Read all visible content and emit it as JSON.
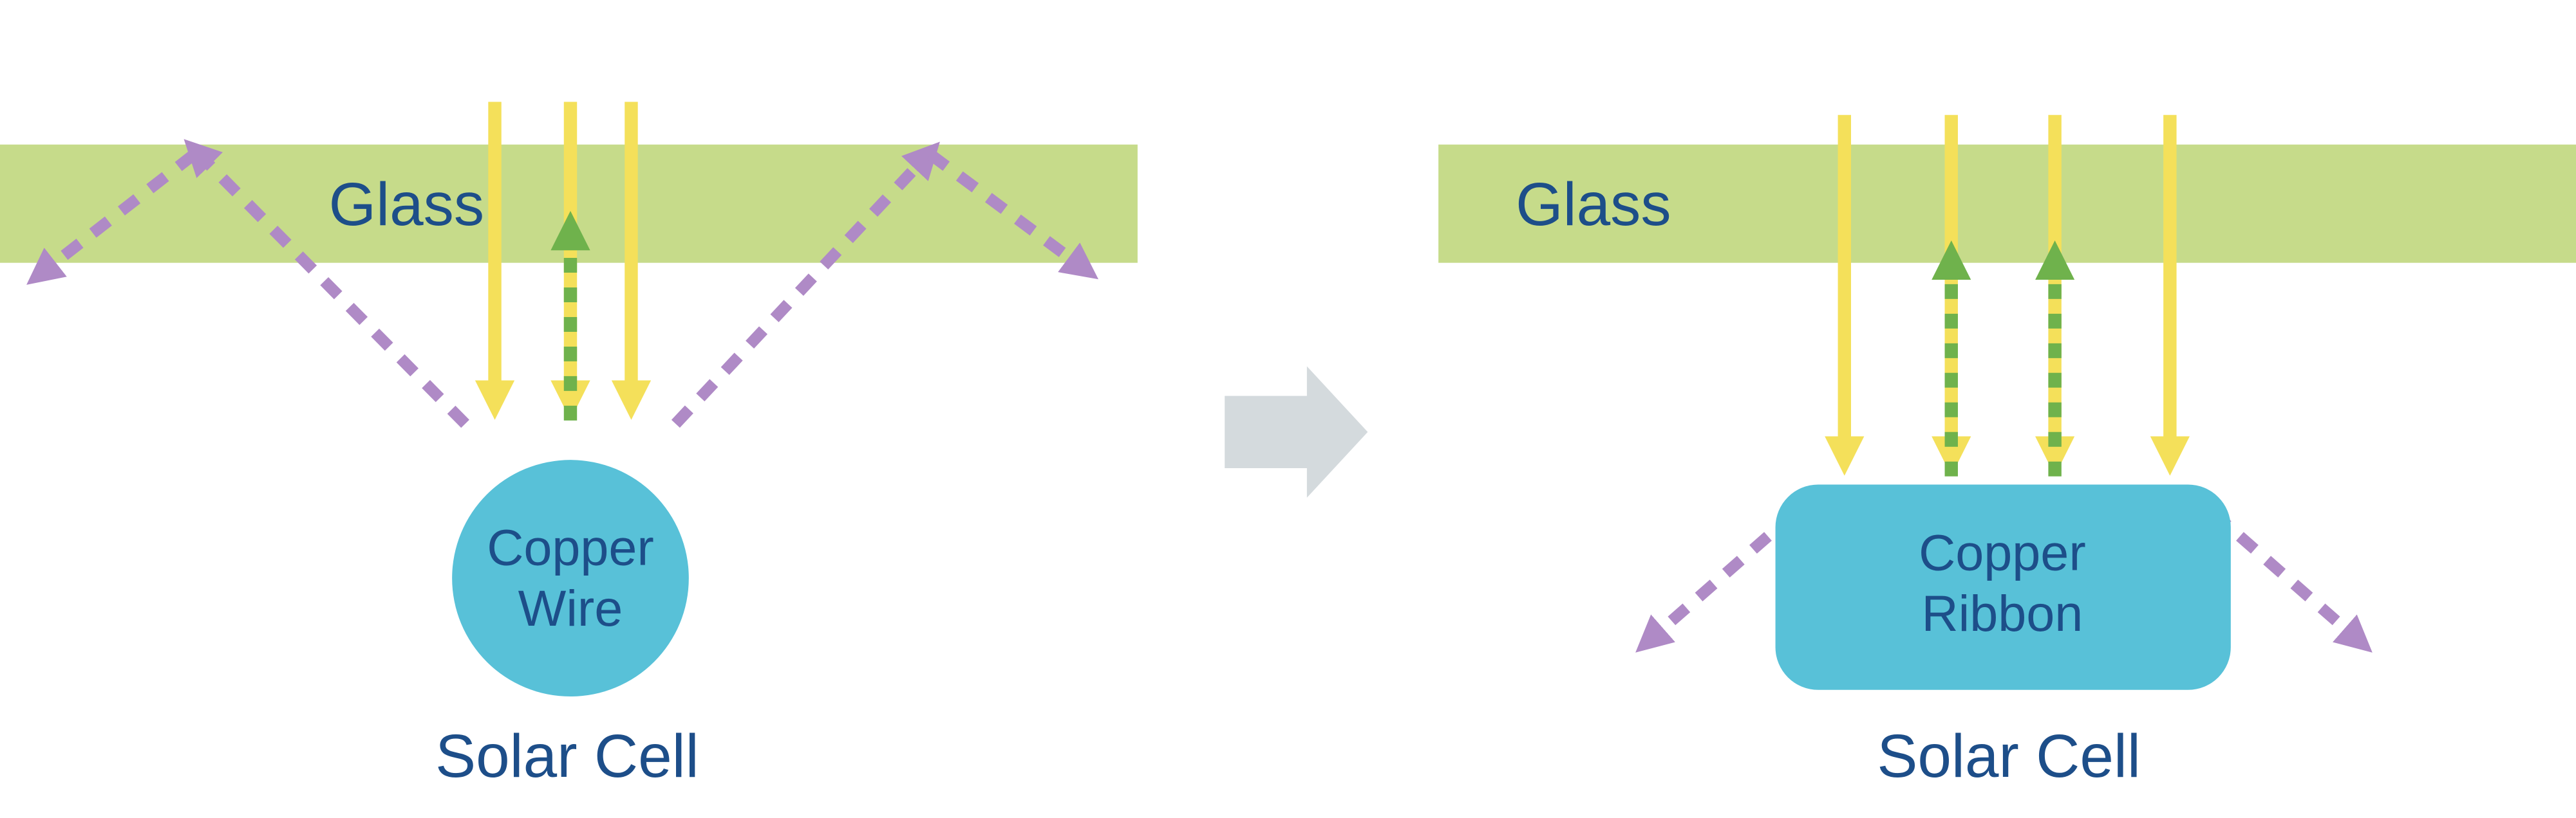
{
  "colors": {
    "glass": "#c6db8a",
    "text": "#1d4e89",
    "sunlight": "#f4e05a",
    "reflected": "#6fb24c",
    "scattered": "#af8ac6",
    "conductor": "#58c1d8",
    "transition": "#d4dadd"
  },
  "left_panel": {
    "glass_label": "Glass",
    "conductor": {
      "line1": "Copper",
      "line2": "Wire"
    },
    "caption": "Solar Cell"
  },
  "right_panel": {
    "glass_label": "Glass",
    "conductor": {
      "line1": "Copper",
      "line2": "Ribbon"
    },
    "caption": "Solar Cell"
  }
}
